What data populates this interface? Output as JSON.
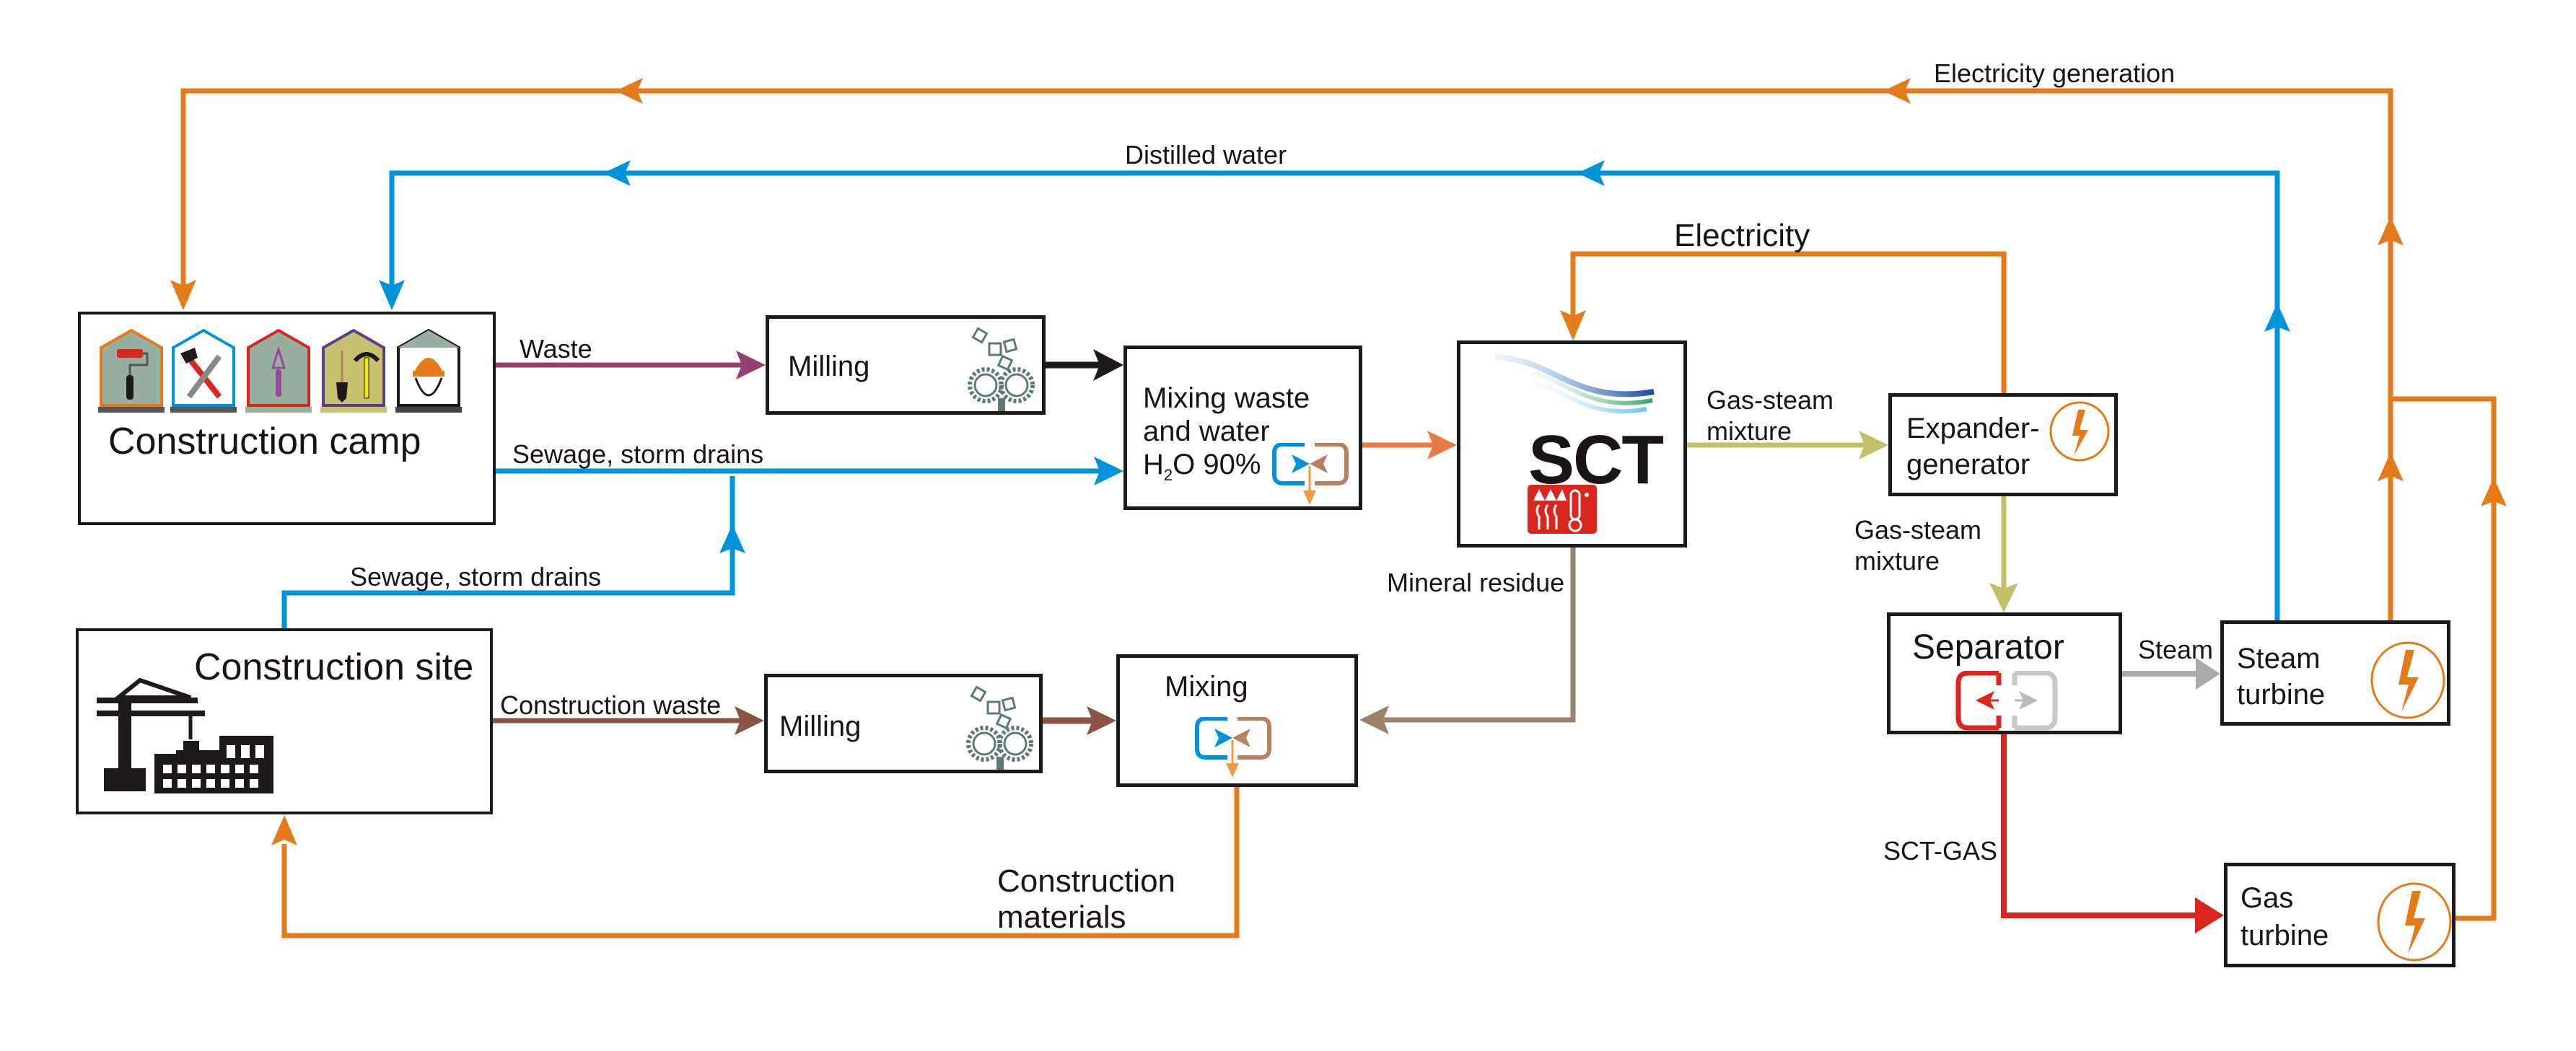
{
  "colors": {
    "electricity": "#e57a1a",
    "water": "#0093dd",
    "waste": "#963f74",
    "milled": "#1e1a1a",
    "slurry": "#e87a45",
    "gas_steam": "#c4c06a",
    "mineral": "#9a8368",
    "construction_waste": "#8c5444",
    "steam": "#aaaaaa",
    "sct_gas": "#d9261f",
    "materials": "#e57a1a"
  },
  "nodes": {
    "construction_camp": {
      "label": "Construction camp",
      "icons": [
        "paint-roller-icon",
        "hammer-wrench-icon",
        "trowel-icon",
        "shovel-pickaxe-icon",
        "hard-hat-icon"
      ]
    },
    "construction_site": {
      "label": "Construction site",
      "icon": "crane-building-icon"
    },
    "milling_top": {
      "label": "Milling",
      "icon": "gear-crusher-icon"
    },
    "milling_bottom": {
      "label": "Milling",
      "icon": "gear-crusher-icon"
    },
    "mixing_waste_water": {
      "line1": "Mixing waste",
      "line2": "and water",
      "line3_prefix": "H",
      "line3_sub": "2",
      "line3_suffix": "O 90%",
      "icon": "mixer-icon"
    },
    "mixing": {
      "label": "Mixing",
      "icon": "mixer-icon"
    },
    "sct": {
      "label": "SCT",
      "icons": [
        "wave-logo-icon",
        "heat-thermometer-icon"
      ]
    },
    "expander_generator": {
      "line1": "Expander-",
      "line2": "generator",
      "icon": "lightning-icon"
    },
    "separator": {
      "label": "Separator",
      "icon": "separator-icon"
    },
    "steam_turbine": {
      "line1": "Steam",
      "line2": "turbine",
      "icon": "lightning-icon"
    },
    "gas_turbine": {
      "line1": "Gas",
      "line2": "turbine",
      "icon": "lightning-icon"
    }
  },
  "flows": {
    "electricity_generation": "Electricity generation",
    "distilled_water": "Distilled water",
    "electricity": "Electricity",
    "waste": "Waste",
    "sewage_camp": "Sewage, storm drains",
    "sewage_site": "Sewage, storm drains",
    "gas_steam_1_line1": "Gas-steam",
    "gas_steam_1_line2": "mixture",
    "gas_steam_2_line1": "Gas-steam",
    "gas_steam_2_line2": "mixture",
    "mineral_residue": "Mineral residue",
    "construction_waste": "Construction waste",
    "steam": "Steam",
    "sct_gas": "SCT-GAS",
    "construction_materials_line1": "Construction",
    "construction_materials_line2": "materials"
  }
}
